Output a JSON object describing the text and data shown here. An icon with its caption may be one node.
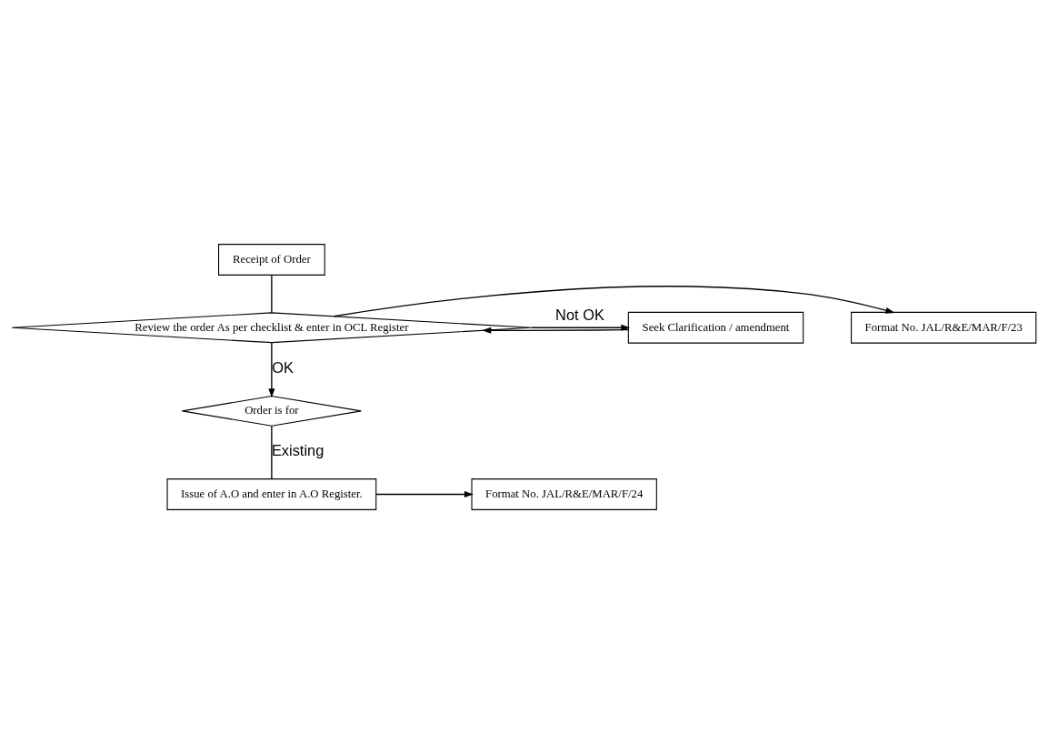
{
  "diagram": {
    "nodes": [
      {
        "text": [
          "Receipt of Order"
        ]
      },
      {
        "text": [
          "Review the order As per checklist & enter in OCL Register"
        ]
      },
      {
        "text": [
          "Format No. JAL/R&E/MAR/F/23"
        ]
      },
      {
        "text": [
          "Seek Clarification / amendment"
        ]
      },
      {
        "text": [
          "Order is for"
        ]
      },
      {
        "text": [
          "Issue of A.O and enter in A.O Register."
        ]
      },
      {
        "text": [
          "Format No. JAL/R&E/MAR/F/24"
        ]
      }
    ],
    "edges": [
      {
        "from": 0,
        "to": 1,
        "arrow": "none"
      },
      {
        "from": 1,
        "to": 2,
        "arrow": "to"
      },
      {
        "from": 1,
        "to": 3,
        "arrow": "to",
        "label": "Not OK"
      },
      {
        "from": 3,
        "to": 1,
        "arrow": "to"
      },
      {
        "from": 1,
        "to": 4,
        "arrow": "to",
        "label": "OK"
      },
      {
        "from": 4,
        "to": 5,
        "arrow": "none",
        "label": "Existing"
      },
      {
        "from": 5,
        "to": 6,
        "arrow": "to"
      }
    ]
  }
}
